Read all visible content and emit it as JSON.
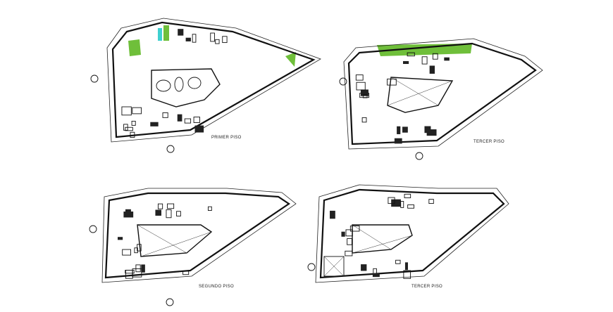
{
  "plans": [
    {
      "label": "PRIMER PISO",
      "has_green": true
    },
    {
      "label": "TERCER PISO",
      "has_green": true
    },
    {
      "label": "SEGUNDO PISO",
      "has_green": false
    },
    {
      "label": "TERCER PISO",
      "has_green": false
    }
  ],
  "colors": {
    "line": "#111111",
    "green": "#6fbf3a",
    "cyan": "#3fd0d0",
    "background": "#ffffff"
  }
}
